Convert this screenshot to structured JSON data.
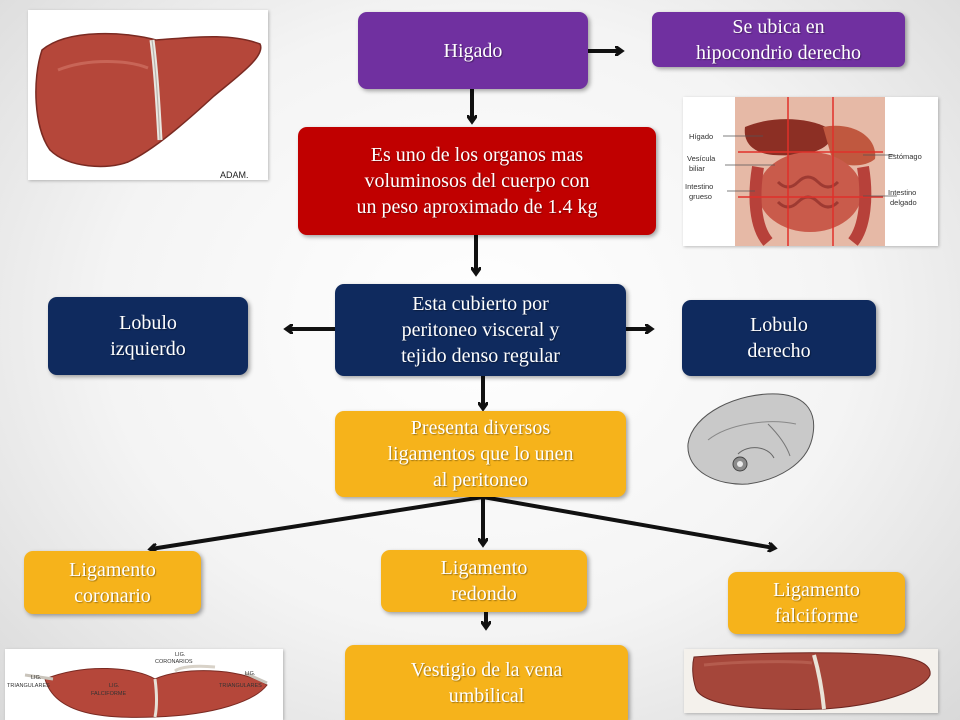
{
  "nodes": {
    "higado": "Higado",
    "ubicacion": "Se ubica en\nhipocondrio  derecho",
    "descripcion": "Es uno de los organos mas\nvoluminosos  del cuerpo con\nun peso aproximado  de 1.4 kg",
    "cubierta": "Esta cubierto por\nperitoneo visceral y\ntejido denso regular",
    "lobulo_izquierdo": "Lobulo\nizquierdo",
    "lobulo_derecho": "Lobulo\nderecho",
    "ligamentos": "Presenta diversos\nligamentos  que lo unen\nal peritoneo",
    "ligamento_coronario": "Ligamento\ncoronario",
    "ligamento_redondo": "Ligamento\nredondo",
    "ligamento_falciforme": "Ligamento\nfalciforme",
    "vestigio": "Vestigio  de la vena\numbilical"
  },
  "images": {
    "liver_credit": "ADAM.",
    "anatomy_labels": {
      "higado": "Hígado",
      "vesicula": "Vesícula",
      "biliar": "biliar",
      "intestino_grueso_1": "Intestino",
      "intestino_grueso_2": "grueso",
      "estomago": "Estómago",
      "intestino_delgado_1": "Intestino",
      "intestino_delgado_2": "delgado"
    },
    "ligament_labels": {
      "coronarios_1": "LIG.",
      "coronarios_2": "CORONARIOS",
      "triangulares_left": "TRIANGULARES",
      "lig_left": "LIG.",
      "falciforme_1": "LIG.",
      "falciforme_2": "FALCIFORME",
      "triangulares_right": "TRIANGULARES",
      "lig_right": "LIG."
    }
  },
  "colors": {
    "purple": "#7030a0",
    "red": "#c00000",
    "navy": "#0f2a5e",
    "orange": "#f6b31b",
    "liver": "#b5473a"
  }
}
